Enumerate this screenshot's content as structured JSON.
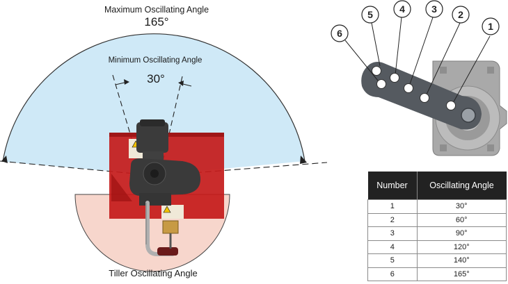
{
  "labels": {
    "max_title": "Maximum Oscillating Angle",
    "max_angle": "165°",
    "min_title": "Minimum Oscillating Angle",
    "min_angle": "30°",
    "tiller_title": "Tiller Oscillating Angle"
  },
  "lever_holes": [
    "1",
    "2",
    "3",
    "4",
    "5",
    "6"
  ],
  "table": {
    "headers": [
      "Number",
      "Oscillating Angle"
    ],
    "rows": [
      [
        "1",
        "30°"
      ],
      [
        "2",
        "60°"
      ],
      [
        "3",
        "90°"
      ],
      [
        "4",
        "120°"
      ],
      [
        "5",
        "140°"
      ],
      [
        "6",
        "165°"
      ]
    ]
  },
  "colors": {
    "max_arc_fill": "#cfe9f7",
    "tiller_arc_fill": "#f7d6cc",
    "housing_red": "#c41a1a",
    "gearbox_grey": "#a8a8a8",
    "lever_dark": "#555a60",
    "table_header": "#222222"
  }
}
